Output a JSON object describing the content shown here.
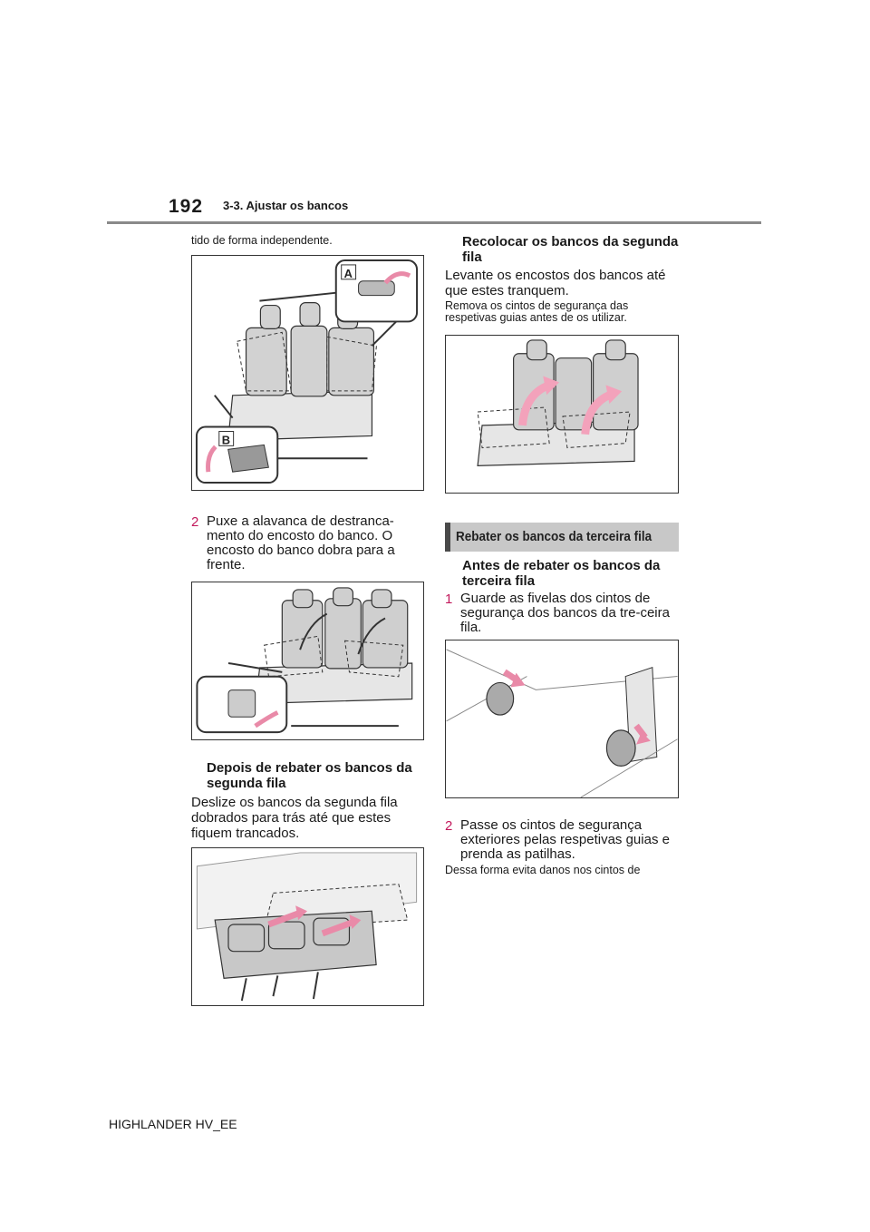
{
  "header": {
    "page_number": "192",
    "section_title": "3-3. Ajustar os bancos"
  },
  "left": {
    "intro": "tido de forma independente.",
    "fig1_label_a": "A",
    "fig1_label_b": "B",
    "step2_num": "2",
    "step2_text": "Puxe a alavanca de destranca-mento do encosto do banco. O encosto do banco dobra para a frente.",
    "sub_heading": "Depois de rebater os bancos da segunda fila",
    "sub_text": "Deslize os bancos da segunda fila dobrados para trás até que estes fiquem trancados."
  },
  "right": {
    "heading": "Recolocar os bancos da segunda fila",
    "text1": "Levante os encostos dos bancos até que estes tranquem.",
    "note1": "Remova os cintos de segurança das respetivas guias antes de os utilizar.",
    "section_bar": "Rebater os bancos da terceira fila",
    "sub_heading": "Antes de rebater os bancos da terceira fila",
    "step1_num": "1",
    "step1_text": "Guarde as fivelas dos cintos de segurança dos bancos da tre-ceira fila.",
    "step2_num": "2",
    "step2_text": "Passe os cintos de segurança exteriores pelas respetivas guias e prenda as patilhas.",
    "note2": "Dessa forma evita danos nos cintos de"
  },
  "footer": {
    "model": "HIGHLANDER HV_EE"
  },
  "colors": {
    "accent": "#c2185b",
    "arrow": "#f3a2bb",
    "rule": "#8a8a8a",
    "section_bar": "#c8c8c8"
  }
}
